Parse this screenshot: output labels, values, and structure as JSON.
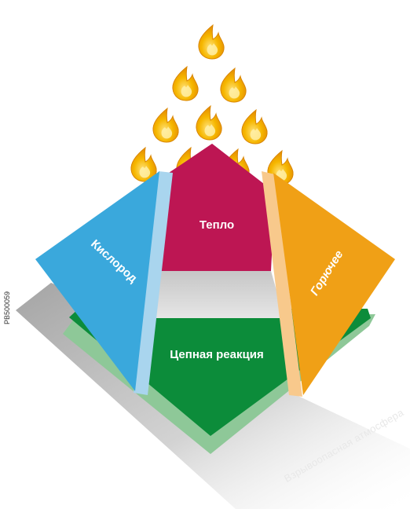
{
  "diagram": {
    "labels": {
      "oxygen": "Кислород",
      "heat": "Тепло",
      "fuel": "Горючее",
      "chain_reaction": "Цепная реакция",
      "atmosphere": "Взрывоопасная атмосфера"
    },
    "side_code": "PB500059",
    "icons": {
      "flames": "flame-droplet-icon",
      "count": 10
    },
    "colors": {
      "oxygen": "#3aa8dc",
      "oxygen_edge": "#a9d5ee",
      "heat": "#bd1653",
      "fuel": "#f0a016",
      "fuel_edge": "#f8c98c",
      "chain_reaction": "#0c8c3a",
      "chain_reaction_shadow": "#8ec898",
      "gray_band": "#d4d4d4",
      "floor_shadow": "#bdbdbd",
      "flame_outer": "#f2a900",
      "flame_inner": "#ffd650"
    }
  }
}
